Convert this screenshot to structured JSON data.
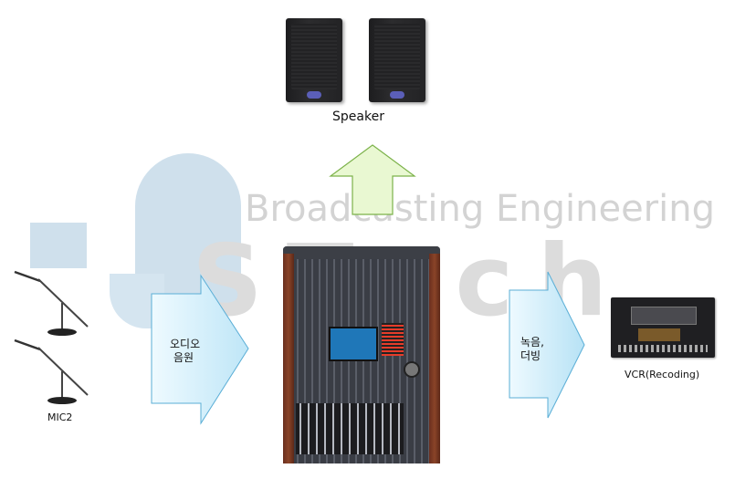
{
  "watermark": {
    "subtitle": "Broadcasting Engineering",
    "brand": "STech"
  },
  "nodes": {
    "speaker": "Speaker",
    "mic": "MIC2",
    "vcr": "VCR(Recoding)"
  },
  "arrows": {
    "audio_source": [
      "오디오",
      "음원"
    ],
    "recording": [
      "녹음,",
      "더빙"
    ]
  },
  "colors": {
    "arrow_fill_left": "#dff3fb",
    "arrow_fill_right": "#bfe6f7",
    "arrow_up_fill": "#e9f8d2",
    "arrow_up_stroke": "#7cb24a",
    "arrow_stroke": "#5aaed6",
    "watermark_blue": "#cfe0ec"
  }
}
